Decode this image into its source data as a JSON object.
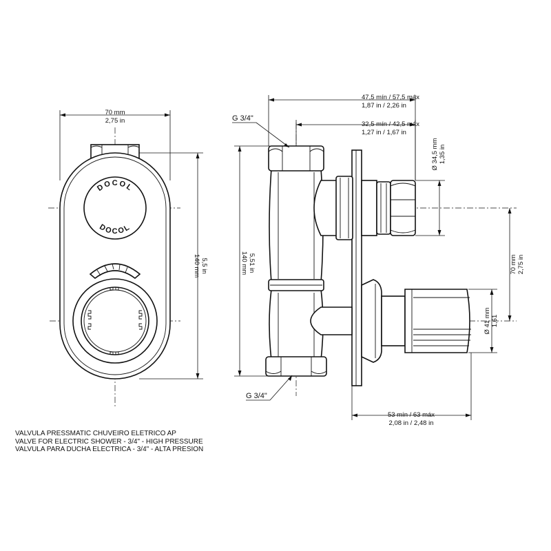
{
  "front_view": {
    "width_mm": "70 mm",
    "width_in": "2,75 in",
    "height_mm": "140 mm",
    "height_in": "5,5 in",
    "brand_top": "DOCOL",
    "brand_bottom": "DOCOL"
  },
  "side_view": {
    "thread_top": "G 3/4\"",
    "thread_bottom": "G 3/4\"",
    "depth_outer_mm": "47,5 mín / 57,5 máx",
    "depth_outer_in": "1,87 in / 2,26 in",
    "depth_inner_mm": "32,5 mín / 42,5 máx",
    "depth_inner_in": "1,27 in / 1,67 in",
    "height_mm": "140 mm",
    "height_in": "5,51 in",
    "outlet_dia_mm": "Ø 34,5 mm",
    "outlet_dia_in": "1,35 in",
    "spacing_mm": "70 mm",
    "spacing_in": "2,75 in",
    "knob_dia_mm": "Ø 41 mm",
    "knob_dia_in": "1,61",
    "protrusion_mm": "53 mín / 63 máx",
    "protrusion_in": "2,08 in / 2,48 in"
  },
  "caption": {
    "line_pt": "VALVULA PRESSMATIC CHUVEIRO ELETRICO AP",
    "line_en": "VALVE FOR ELECTRIC SHOWER - 3/4\" - HIGH PRESSURE",
    "line_es": "VALVULA PARA DUCHA ELECTRICA - 3/4\" - ALTA PRESION"
  }
}
